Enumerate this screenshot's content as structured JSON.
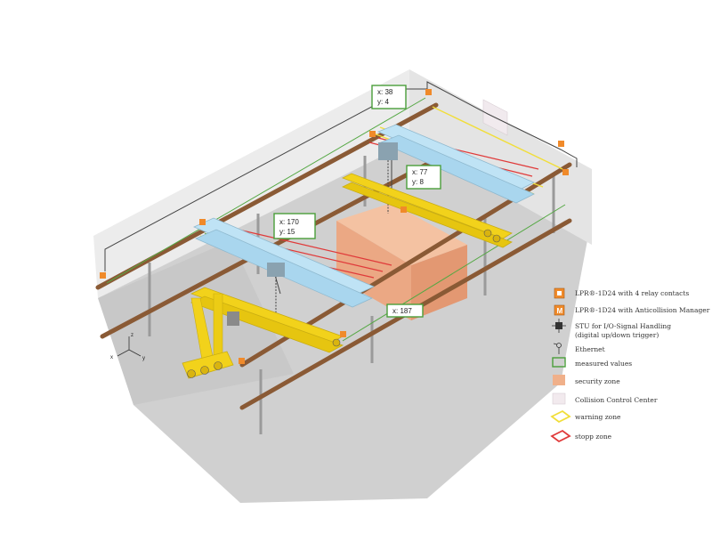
{
  "colors": {
    "wall_light": "#eaeaea",
    "wall_mid": "#dcdcdc",
    "floor": "#cfcfcf",
    "rail": "#8c5a32",
    "pillar": "#9c9c9c",
    "crane_yellow": "#f2d21b",
    "crane_blue": "#bfe3f5",
    "measured": "#4a9e3a",
    "security": "#f0b08a",
    "collision_center": "#f0e8ec",
    "warning": "#f3e13a",
    "stopp": "#e03a3a",
    "device_orange": "#f08a2a"
  },
  "measurements": [
    {
      "id": "m1",
      "line1": "x: 38",
      "line2": "y: 4"
    },
    {
      "id": "m2",
      "line1": "x: 77",
      "line2": "y: 8"
    },
    {
      "id": "m3",
      "line1": "x: 170",
      "line2": "y: 15"
    },
    {
      "id": "m4",
      "line1": "x: 187",
      "line2": ""
    }
  ],
  "axes": {
    "x": "x",
    "y": "y",
    "z": "z"
  },
  "legend": [
    {
      "icon": "relay-device-icon",
      "label": "LPR®-1D24 with 4 relay contacts"
    },
    {
      "icon": "anticollision-device-icon",
      "label": "LPR®-1D24 with Anticollision Manager"
    },
    {
      "icon": "stu-io-icon",
      "label": "STU for I/O-Signal Handling",
      "label2": "(digital up/down trigger)"
    },
    {
      "icon": "ethernet-icon",
      "label": "Ethernet"
    },
    {
      "icon": "measured-values-icon",
      "label": "measured values"
    },
    {
      "icon": "security-zone-icon",
      "label": "security zone"
    },
    {
      "icon": "collision-center-icon",
      "label": "Collision Control Center"
    },
    {
      "icon": "warning-zone-icon",
      "label": "warning zone"
    },
    {
      "icon": "stopp-zone-icon",
      "label": "stopp zone"
    }
  ]
}
